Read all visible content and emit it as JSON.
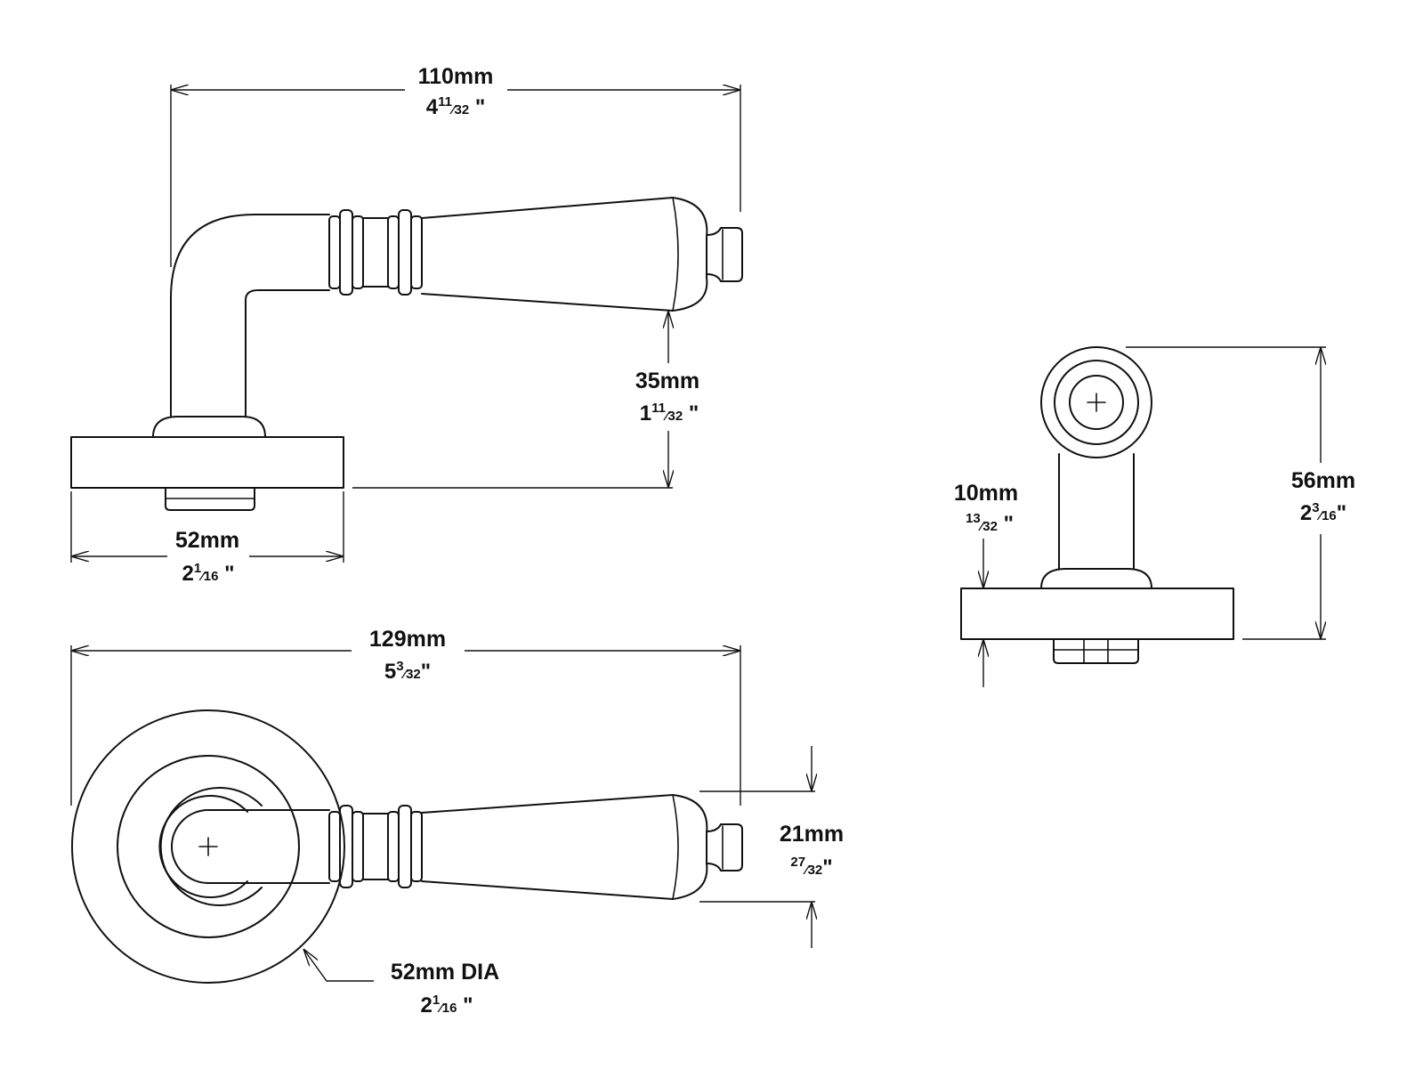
{
  "dimensions": {
    "side_length": {
      "mm": "110mm",
      "inch": [
        "4",
        "11",
        "⁄",
        "32",
        " \""
      ]
    },
    "side_height": {
      "mm": "35mm",
      "inch": [
        "1",
        "11",
        "⁄",
        "32",
        "  \""
      ]
    },
    "rose_width": {
      "mm": "52mm",
      "inch": [
        "2",
        "1",
        "⁄",
        "16",
        " \""
      ]
    },
    "top_length": {
      "mm": "129mm",
      "inch": [
        "5",
        "3",
        "⁄",
        "32",
        "\""
      ]
    },
    "lever_width": {
      "mm": "21mm",
      "inch": [
        "",
        "27",
        "⁄",
        "32",
        "\""
      ]
    },
    "rose_diameter": {
      "mm": "52mm DIA",
      "inch": [
        "2",
        "1",
        "⁄",
        "16",
        " \""
      ]
    },
    "rose_thickness": {
      "mm": "10mm",
      "inch": [
        "",
        "13",
        "⁄",
        "32",
        " \""
      ]
    },
    "end_height": {
      "mm": "56mm",
      "inch": [
        "2",
        "3",
        "⁄",
        "16",
        "\""
      ]
    }
  }
}
